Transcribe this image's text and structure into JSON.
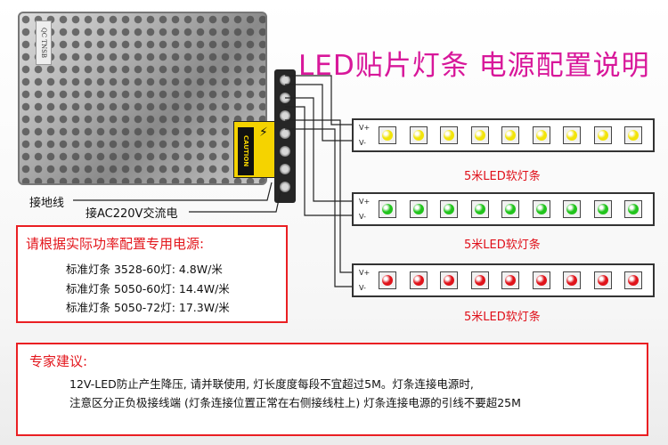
{
  "title": "LED贴片灯条  电源配置说明",
  "power_supply": {
    "side_label": "QC TNSB",
    "caution_text": "CAUTION",
    "ground_label": "接地线",
    "ac_label": "接AC220V交流电"
  },
  "strips": [
    {
      "v_plus": "V+",
      "v_minus": "V-",
      "caption": "5米LED软灯条",
      "led_color": "#f2e40a",
      "led_count": 9
    },
    {
      "v_plus": "V+",
      "v_minus": "V-",
      "caption": "5米LED软灯条",
      "led_color": "#21c41c",
      "led_count": 9
    },
    {
      "v_plus": "V+",
      "v_minus": "V-",
      "caption": "5米LED软灯条",
      "led_color": "#e0141b",
      "led_count": 9
    }
  ],
  "config": {
    "heading": "请根据实际功率配置专用电源:",
    "rows": [
      "标准灯条 3528-60灯:  4.8W/米",
      "标准灯条 5050-60灯:  14.4W/米",
      "标准灯条 5050-72灯:  17.3W/米"
    ]
  },
  "advice": {
    "heading": "专家建议:",
    "lines": [
      "12V-LED防止产生降压, 请并联使用, 灯长度度每段不宜超过5M。灯条连接电源时,",
      "注意区分正负极接线端 (灯条连接位置正常在右侧接线柱上) 灯条连接电源的引线不要超25M"
    ]
  },
  "colors": {
    "title": "#d8179a",
    "accent_red": "#ea1f23",
    "strip_caption": "#e0101a"
  }
}
